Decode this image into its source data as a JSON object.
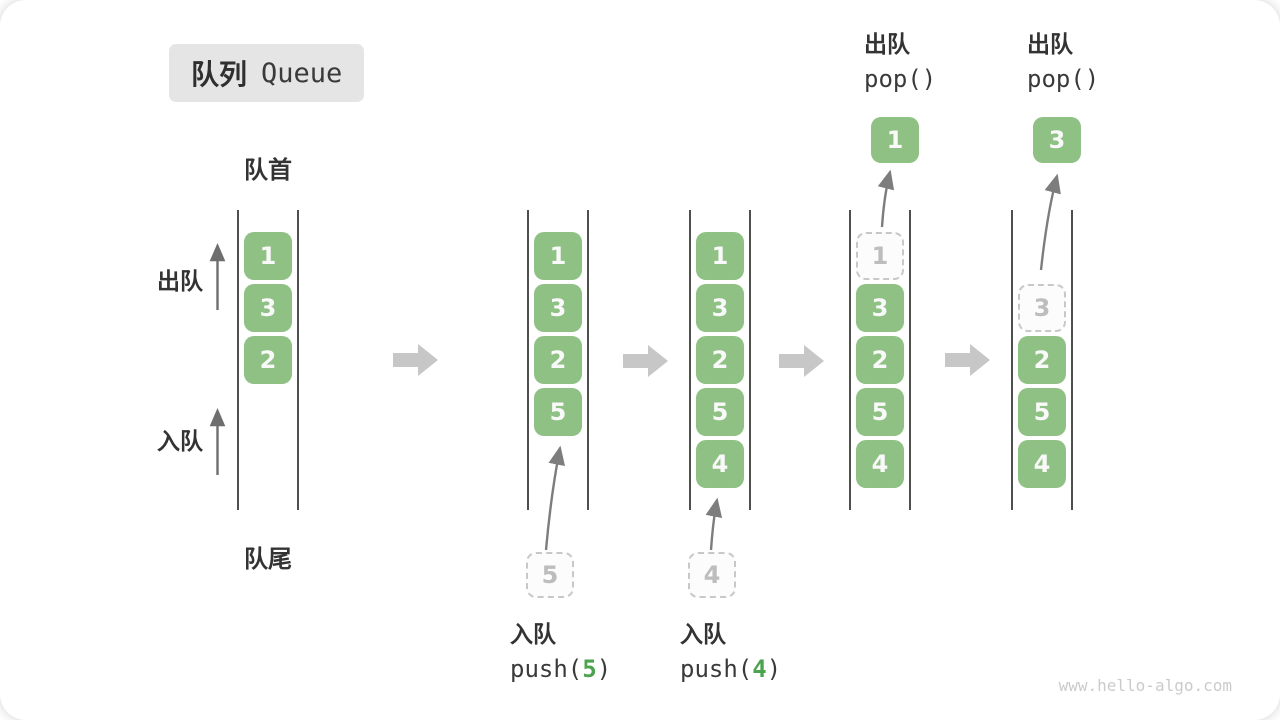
{
  "title": {
    "zh": "队列",
    "en": "Queue"
  },
  "labels": {
    "front": "队首",
    "rear": "队尾",
    "dequeue": "出队",
    "enqueue": "入队"
  },
  "ops": {
    "enqueue5": {
      "label": "入队",
      "code_open": "push(",
      "arg": "5",
      "code_close": ")"
    },
    "enqueue4": {
      "label": "入队",
      "code_open": "push(",
      "arg": "4",
      "code_close": ")"
    },
    "pop1": {
      "label": "出队",
      "code": "pop()"
    },
    "pop2": {
      "label": "出队",
      "code": "pop()"
    }
  },
  "watermark": "www.hello-algo.com",
  "colors": {
    "block_green": "#8FC185",
    "accent_green": "#4CA350",
    "wall_gray": "#4F4F4F",
    "flow_arrow_gray": "#C7C7C7",
    "arrow_gray": "#7D7D7D",
    "ghost_border": "#C8C8C8",
    "ghost_text": "#BDBDBD",
    "title_bg": "#E5E5E5",
    "text_dark": "#333333"
  },
  "icons": {
    "flow_arrow": "right-block-arrow",
    "direction_arrow": "up-arrow",
    "transfer_arrow": "curved-up-arrow"
  },
  "states": [
    {
      "name": "initial",
      "slots": [
        "1",
        "3",
        "2"
      ]
    },
    {
      "name": "after-push-5",
      "slots": [
        "1",
        "3",
        "2",
        "5"
      ],
      "incoming": "5"
    },
    {
      "name": "after-push-4",
      "slots": [
        "1",
        "3",
        "2",
        "5",
        "4"
      ],
      "incoming": "4"
    },
    {
      "name": "after-pop-1",
      "slots": [
        {
          "v": "1",
          "ghost": true
        },
        "3",
        "2",
        "5",
        "4"
      ],
      "popped": "1"
    },
    {
      "name": "after-pop-3",
      "slots": [
        null,
        {
          "v": "3",
          "ghost": true
        },
        "2",
        "5",
        "4"
      ],
      "popped": "3"
    }
  ]
}
